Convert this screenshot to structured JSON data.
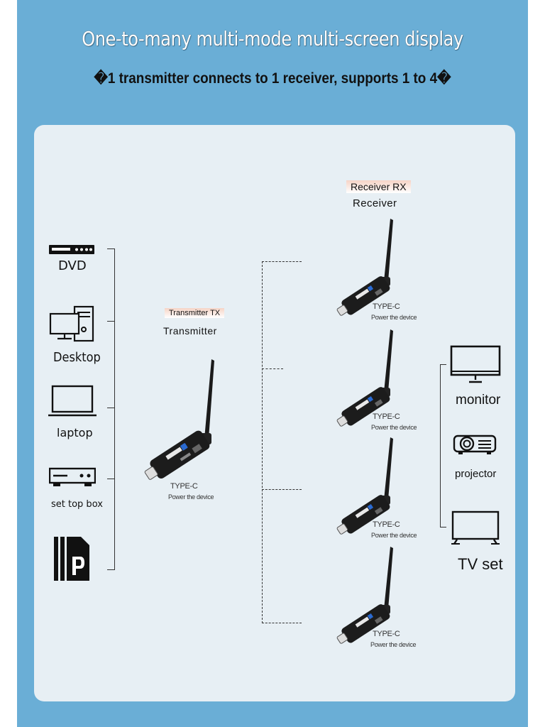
{
  "header": {
    "title": "One-to-many multi-mode multi-screen display",
    "subtitle": "�1 transmitter connects to 1 receiver, supports 1 to 4�"
  },
  "sources": [
    {
      "label": "DVD",
      "icon": "dvd-player-icon"
    },
    {
      "label": "Desktop",
      "icon": "desktop-computer-icon"
    },
    {
      "label": "laptop",
      "icon": "laptop-icon"
    },
    {
      "label": "set top box",
      "icon": "set-top-box-icon"
    },
    {
      "label": "",
      "icon": "parking-sign-icon"
    }
  ],
  "transmitter": {
    "tag": "Transmitter TX",
    "label": "Transmitter",
    "port": "TYPE-C",
    "note": "Power the device"
  },
  "receiver": {
    "tag": "Receiver RX",
    "label": "Receiver"
  },
  "receivers": [
    {
      "port": "TYPE-C",
      "note": "Power the device"
    },
    {
      "port": "TYPE-C",
      "note": "Power the device"
    },
    {
      "port": "TYPE-C",
      "note": "Power the device"
    },
    {
      "port": "TYPE-C",
      "note": "Power the device"
    }
  ],
  "displays": [
    {
      "label": "monitor",
      "icon": "monitor-icon"
    },
    {
      "label": "projector",
      "icon": "projector-icon"
    },
    {
      "label": "TV set",
      "icon": "tv-icon"
    }
  ],
  "colors": {
    "frame": "#6aaed6",
    "panel": "#e7eff4",
    "device": "#1c1c1c"
  }
}
